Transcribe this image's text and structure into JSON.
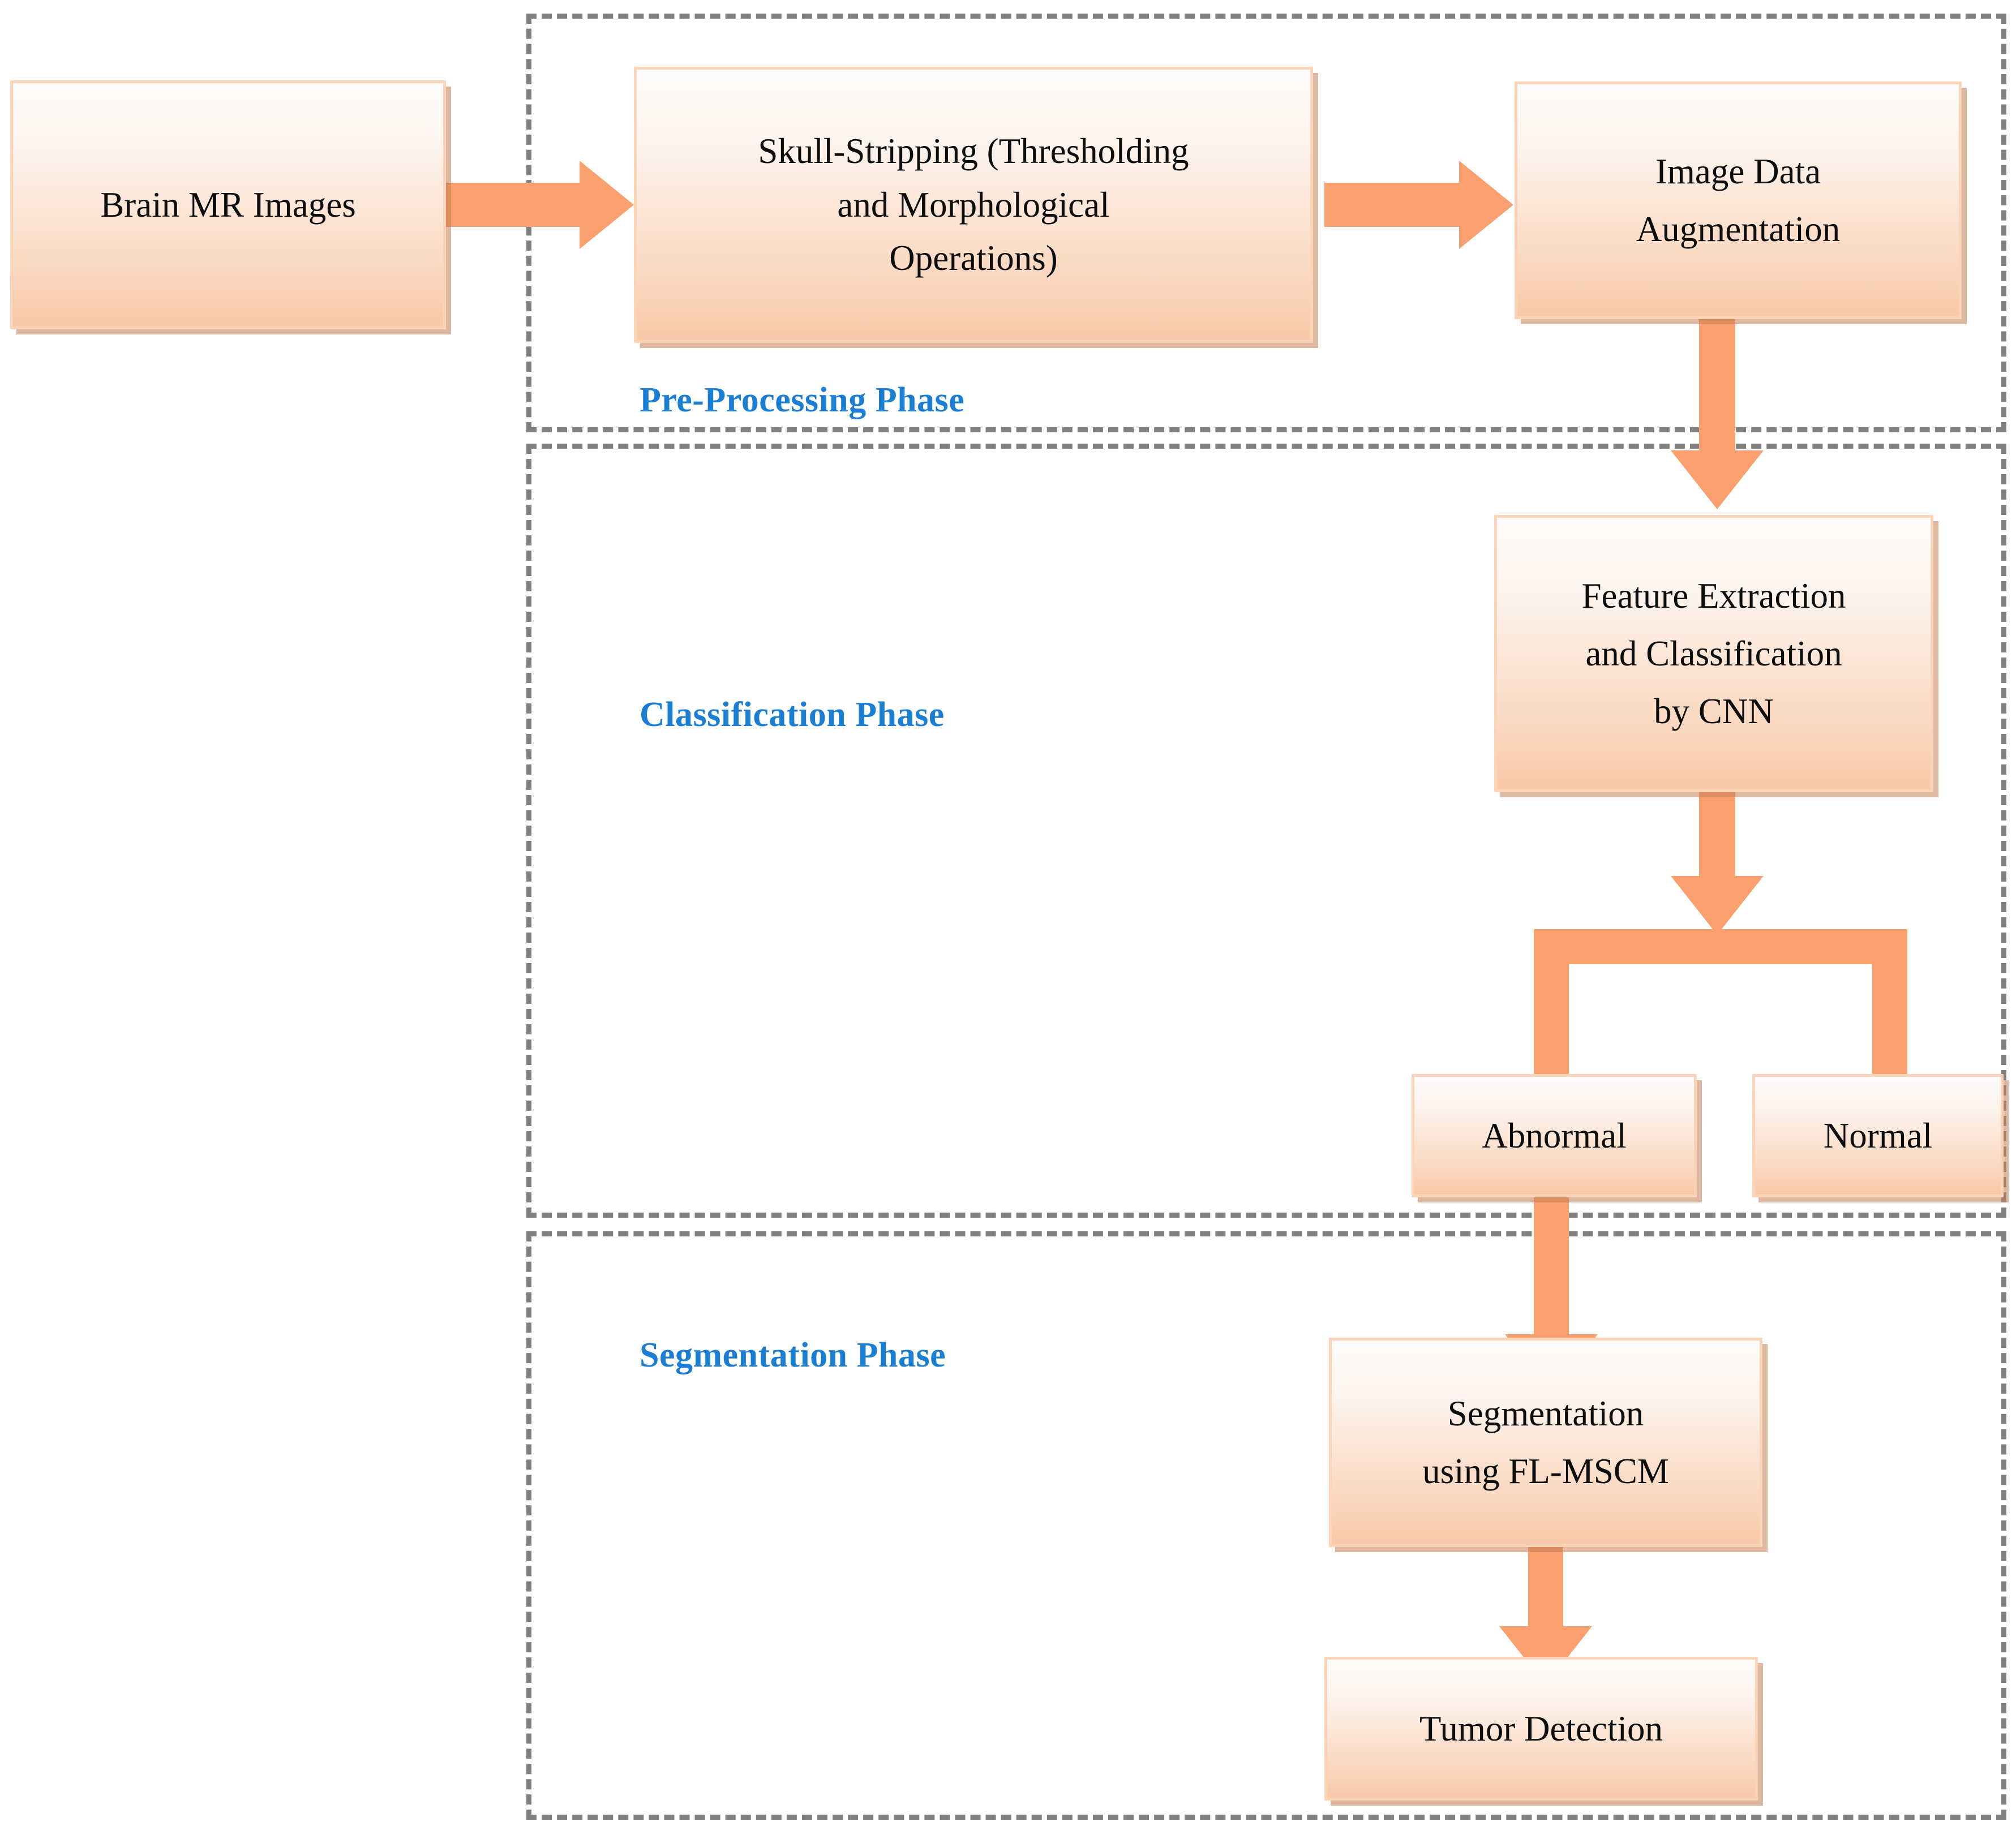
{
  "diagram": {
    "title": "Brain MR tumor detection pipeline",
    "accent_color": "#faa06e",
    "phase_label_color": "#1a7fd4",
    "border_color": "#808080",
    "node_fill_top": "#fdfcfb",
    "node_fill_bottom": "#f9c9a8",
    "node_border": "#fbd3b6",
    "node_shadow": "#c47e56",
    "phases": [
      {
        "id": "pre-processing",
        "label": "Pre-Processing Phase"
      },
      {
        "id": "classification",
        "label": "Classification Phase"
      },
      {
        "id": "segmentation",
        "label": "Segmentation Phase"
      }
    ],
    "nodes": [
      {
        "id": "brain-mr-images",
        "lines": [
          "Brain MR Images"
        ]
      },
      {
        "id": "skull-stripping",
        "lines": [
          "Skull-Stripping (Thresholding",
          "and Morphological",
          "Operations)"
        ]
      },
      {
        "id": "image-augmentation",
        "lines": [
          "Image Data",
          "Augmentation"
        ]
      },
      {
        "id": "feature-extraction",
        "lines": [
          "Feature Extraction",
          "and Classification",
          "by CNN"
        ]
      },
      {
        "id": "abnormal",
        "lines": [
          "Abnormal"
        ]
      },
      {
        "id": "normal",
        "lines": [
          "Normal"
        ]
      },
      {
        "id": "segmentation-flmscm",
        "lines": [
          "Segmentation",
          "using FL-MSCM"
        ]
      },
      {
        "id": "tumor-detection",
        "lines": [
          "Tumor Detection"
        ]
      }
    ],
    "edges": [
      {
        "from": "brain-mr-images",
        "to": "skull-stripping"
      },
      {
        "from": "skull-stripping",
        "to": "image-augmentation"
      },
      {
        "from": "image-augmentation",
        "to": "feature-extraction"
      },
      {
        "from": "feature-extraction",
        "to": "abnormal"
      },
      {
        "from": "feature-extraction",
        "to": "normal"
      },
      {
        "from": "abnormal",
        "to": "segmentation-flmscm"
      },
      {
        "from": "segmentation-flmscm",
        "to": "tumor-detection"
      }
    ]
  }
}
